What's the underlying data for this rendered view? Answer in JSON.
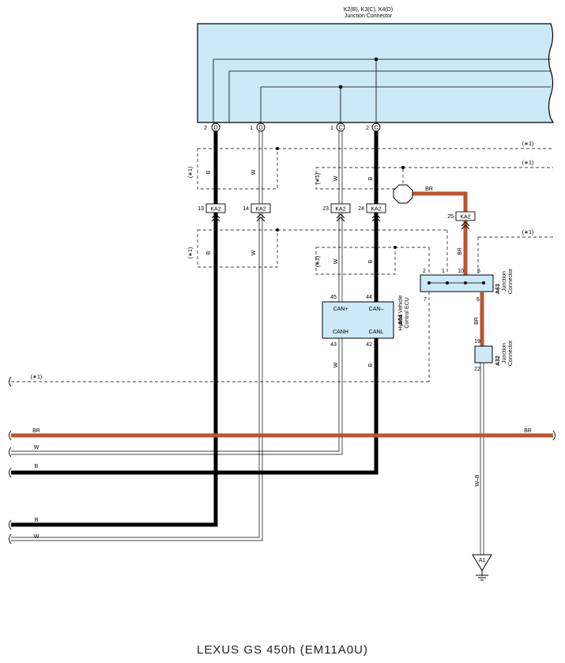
{
  "header": {
    "connector_title": "K2(B), K3(C), K4(D)",
    "connector_subtitle": "Junction Connector"
  },
  "top_pins": [
    {
      "pin": "2",
      "letter": "D"
    },
    {
      "pin": "1",
      "letter": "D"
    },
    {
      "pin": "1",
      "letter": "C"
    },
    {
      "pin": "2",
      "letter": "C"
    }
  ],
  "ka2_connectors": [
    {
      "pin": "13",
      "label": "KA2"
    },
    {
      "pin": "14",
      "label": "KA2"
    },
    {
      "pin": "23",
      "label": "KA2"
    },
    {
      "pin": "24",
      "label": "KA2"
    },
    {
      "pin": "25",
      "label": "KA2"
    }
  ],
  "note": "(∗1)",
  "wire_colors": {
    "b": "B",
    "w": "W",
    "br": "BR",
    "wb": "W–B"
  },
  "colors": {
    "brown": "#b8562e",
    "black": "#000000",
    "connector_fill": "#cde8f7",
    "connector_stroke": "#000000"
  },
  "ecu": {
    "code": "A54",
    "name_line1": "Hybrid Vehicle",
    "name_line2": "Control ECU",
    "pin_canp": "45",
    "pin_canm": "44",
    "pin_canh": "43",
    "pin_canl": "42",
    "label_canp": "CAN+",
    "label_canm": "CAN–",
    "label_canh": "CANH",
    "label_canl": "CANL"
  },
  "a63": {
    "code": "A63",
    "name_line1": "Junction",
    "name_line2": "Connector",
    "pins_top": [
      "2",
      "1",
      "10",
      "5"
    ],
    "pin_bottom_left": "7",
    "pin_bottom_right": "6"
  },
  "a32": {
    "code": "A32",
    "name_line1": "Junction",
    "name_line2": "Connector",
    "pin_top": "19",
    "pin_bottom": "22"
  },
  "ground": {
    "label": "A1"
  },
  "footer": "LEXUS  GS 450h (EM11A0U)"
}
